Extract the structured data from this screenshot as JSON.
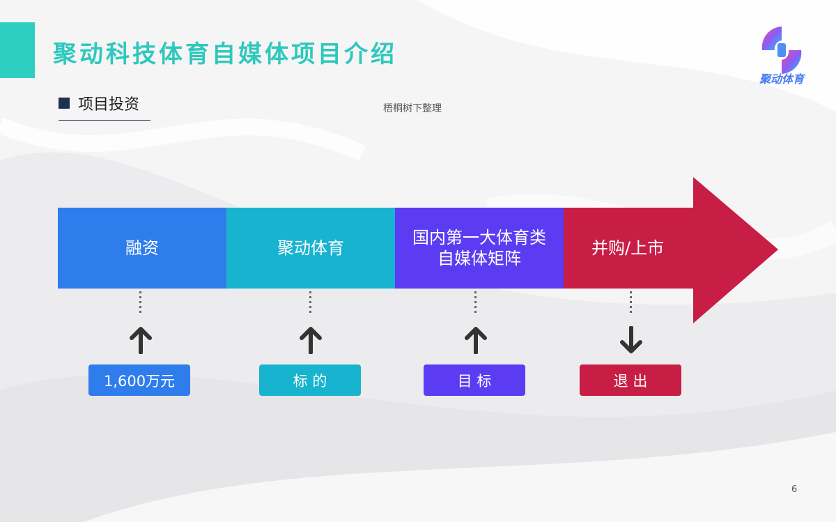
{
  "header": {
    "title": "聚动科技体育自媒体项目介绍",
    "logo_text": "聚动体育"
  },
  "section": {
    "title": "项目投资"
  },
  "credit": "梧桐树下整理",
  "flow": {
    "stages": [
      {
        "label": "融资",
        "color": "#2f7ded"
      },
      {
        "label": "聚动体育",
        "color": "#17b3cf"
      },
      {
        "label": "国内第一大体育类自媒体矩阵",
        "color": "#5b3cf2"
      },
      {
        "label": "并购/上市",
        "color": "#c81d45"
      }
    ],
    "tags": [
      {
        "label": "1,600万元",
        "direction": "up",
        "color": "#2f7ded"
      },
      {
        "label": "标 的",
        "direction": "up",
        "color": "#17b3cf"
      },
      {
        "label": "目 标",
        "direction": "up",
        "color": "#5b3cf2"
      },
      {
        "label": "退 出",
        "direction": "down",
        "color": "#c81d45"
      }
    ]
  },
  "page_number": "6"
}
